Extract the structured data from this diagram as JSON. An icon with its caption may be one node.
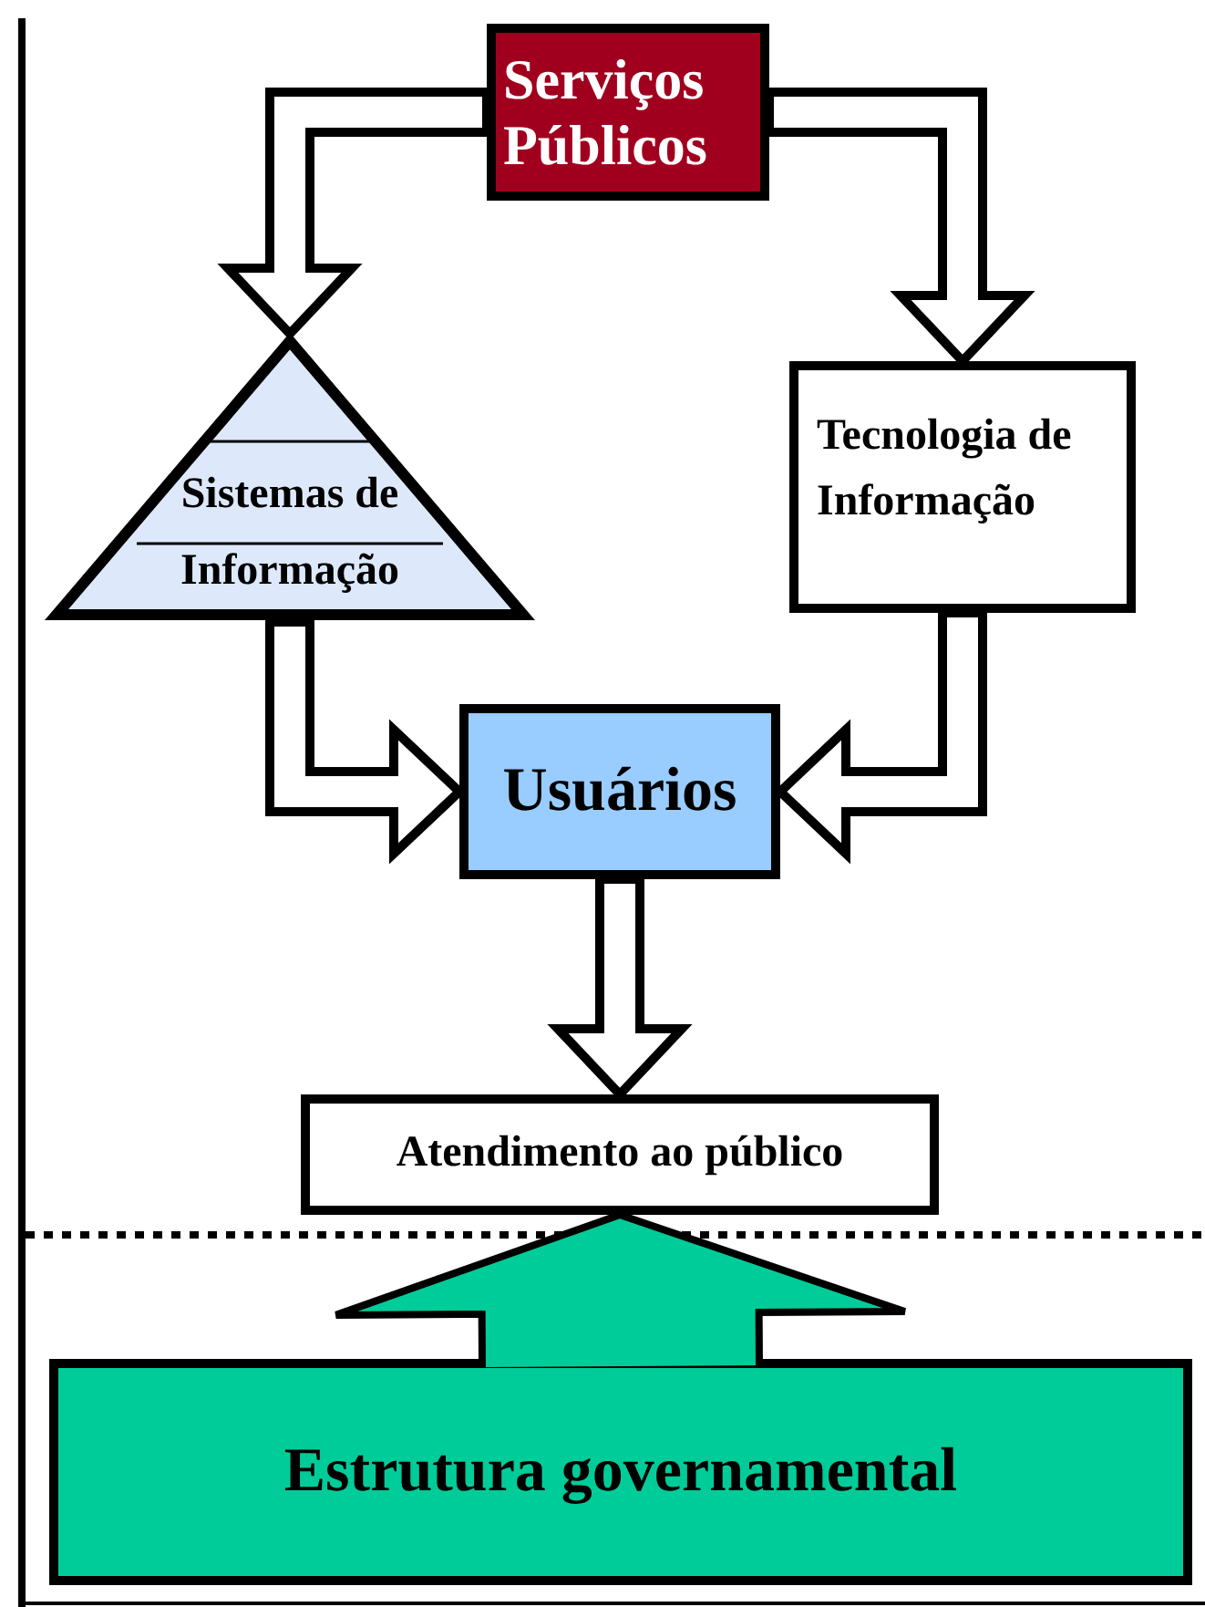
{
  "diagram": {
    "nodes": [
      {
        "text": [
          "Serviços Públicos"
        ]
      },
      {
        "text": [
          "Sistemas de Informação"
        ]
      },
      {
        "text": [
          "Tecnologia de Informação"
        ]
      },
      {
        "text": [
          "Usuários"
        ]
      },
      {
        "text": [
          "Atendimento ao público"
        ]
      },
      {
        "text": [
          "Estrutura governamental"
        ]
      }
    ],
    "edges": [
      {
        "from": 0,
        "to": 1,
        "arrow": "to"
      },
      {
        "from": 0,
        "to": 2,
        "arrow": "to"
      },
      {
        "from": 1,
        "to": 3,
        "arrow": "to"
      },
      {
        "from": 2,
        "to": 3,
        "arrow": "to"
      },
      {
        "from": 3,
        "to": 4,
        "arrow": "to"
      },
      {
        "from": 5,
        "to": 4,
        "arrow": "to",
        "style": "thick",
        "color": "#00cc99"
      }
    ]
  }
}
